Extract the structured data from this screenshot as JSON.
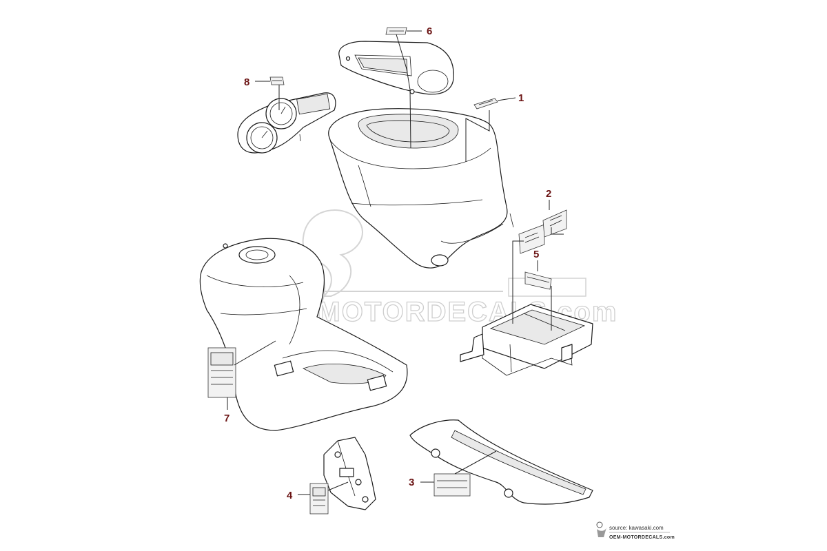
{
  "callouts": [
    {
      "number": "1"
    },
    {
      "number": "2"
    },
    {
      "number": "3"
    },
    {
      "number": "4"
    },
    {
      "number": "5"
    },
    {
      "number": "6"
    },
    {
      "number": "7"
    },
    {
      "number": "8"
    }
  ],
  "watermark": {
    "text": "OEM-MOTORDECALS.com"
  },
  "source": {
    "line1": "source: kawasaki.com",
    "line2": "OEM-MOTORDECALS.com"
  },
  "colors": {
    "callout": "#6b1414",
    "line": "#1a1a1a",
    "watermark": "#c9c9c9"
  }
}
